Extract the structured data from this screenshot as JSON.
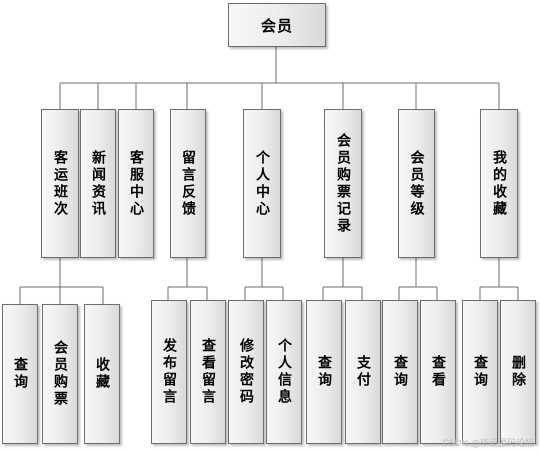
{
  "root": "会员",
  "branches": [
    {
      "label": "客运班次",
      "children": [
        "查询",
        "会员购票",
        "收藏"
      ]
    },
    {
      "label": "新闻资讯",
      "children": []
    },
    {
      "label": "客服中心",
      "children": []
    },
    {
      "label": "留言反馈",
      "children": [
        "发布留言",
        "查看留言"
      ]
    },
    {
      "label": "个人中心",
      "children": [
        "修改密码",
        "个人信息"
      ]
    },
    {
      "label": "会员购票记录",
      "children": [
        "查询",
        "支付"
      ]
    },
    {
      "label": "会员等级",
      "children": [
        "查询",
        "查看"
      ]
    },
    {
      "label": "我的收藏",
      "children": [
        "查询",
        "删除"
      ]
    }
  ],
  "watermark": "CSDN @毕设源码论坛"
}
